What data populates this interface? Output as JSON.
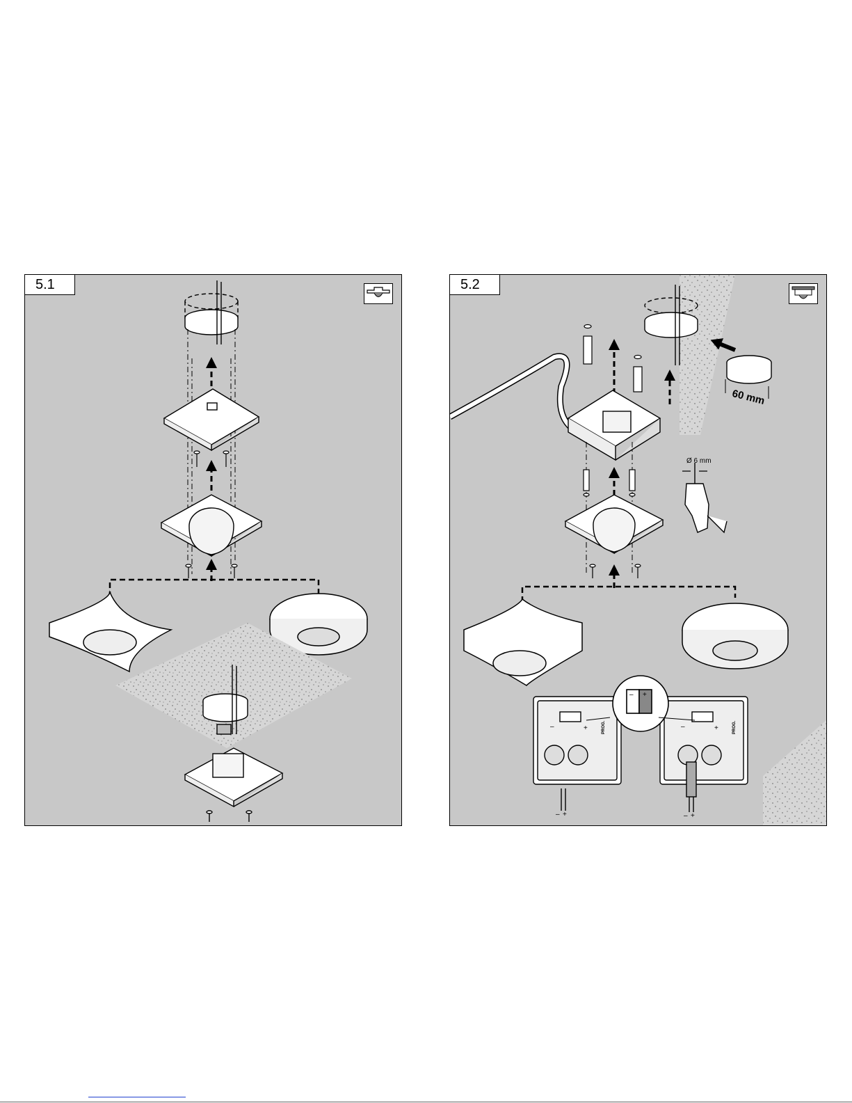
{
  "panels": [
    {
      "number": "5.1",
      "mount_icon": "ceiling-flush-mount-icon"
    },
    {
      "number": "5.2",
      "mount_icon": "ceiling-surface-mount-icon"
    }
  ],
  "panel2": {
    "dimension_box": "60 mm",
    "dimension_drill": "Ø 6 mm",
    "polarity_minus": "–",
    "polarity_plus": "+",
    "prog_label": "PROG."
  },
  "colors": {
    "panel_bg": "#c8c8c8",
    "line": "#000000",
    "device": "#ffffff",
    "link": "#1f3fcf"
  }
}
